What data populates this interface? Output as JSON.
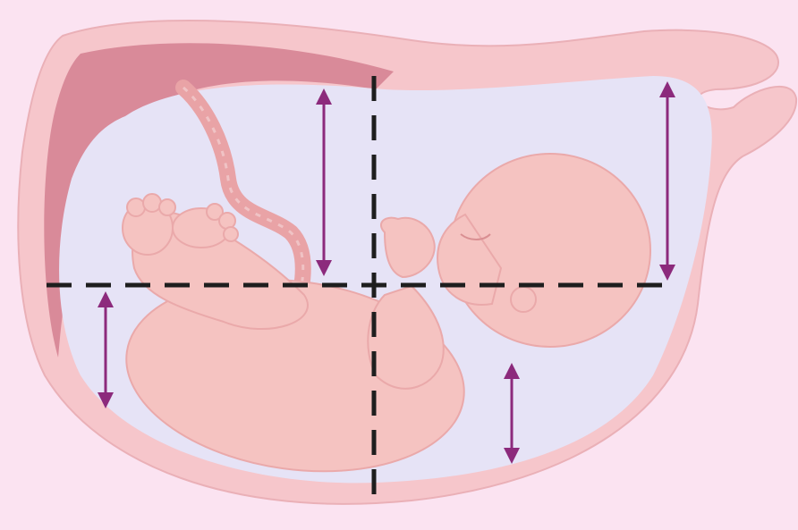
{
  "colors": {
    "background": "#fbe3f1",
    "uterus_wall": "#f6c6cb",
    "uterus_outline": "#eab0b7",
    "placenta": "#d98a99",
    "amniotic_fluid": "#e6e3f6",
    "fetus_skin": "#f5c3c1",
    "fetus_outline": "#eaa9aa",
    "umbilical_cord": "#e9a3a6",
    "measure_arrow": "#8c2a7c",
    "quadrant_line": "#1e1e1e"
  },
  "quadrants": [
    {
      "name": "upper-left-quadrant"
    },
    {
      "name": "upper-right-quadrant"
    },
    {
      "name": "lower-left-quadrant"
    },
    {
      "name": "lower-right-quadrant"
    }
  ]
}
